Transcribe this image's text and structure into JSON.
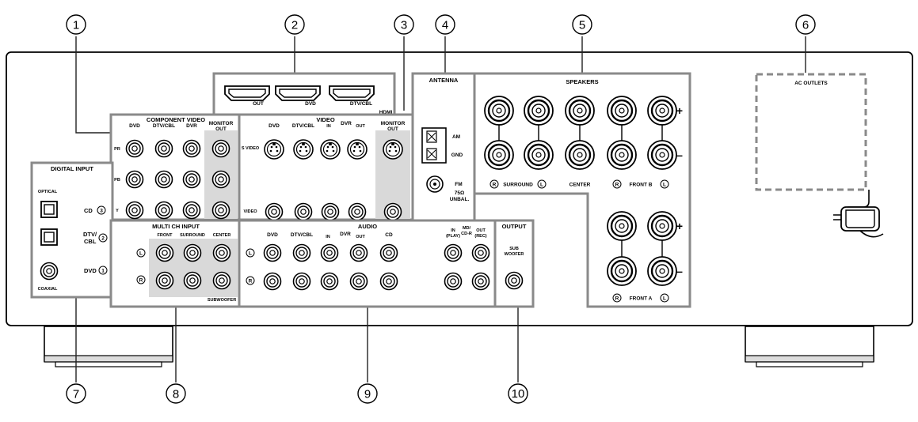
{
  "callouts": [
    "1",
    "2",
    "3",
    "4",
    "5",
    "6",
    "7",
    "8",
    "9",
    "10"
  ],
  "hdmi": {
    "title": "HDMI",
    "out": "OUT",
    "dvd": "DVD",
    "dtv": "DTV/CBL"
  },
  "component": {
    "title": "COMPONENT VIDEO",
    "dvd": "DVD",
    "dtv": "DTV/CBL",
    "dvr": "DVR",
    "mon1": "MONITOR",
    "mon2": "OUT",
    "pr": "PR",
    "pb": "PB",
    "y": "Y"
  },
  "video": {
    "title": "VIDEO",
    "dvd": "DVD",
    "dtv": "DTV/CBL",
    "dvr": "DVR",
    "in": "IN",
    "out": "OUT",
    "mon1": "MONITOR",
    "mon2": "OUT",
    "svideo": "S VIDEO",
    "video": "VIDEO"
  },
  "antenna": {
    "title": "ANTENNA",
    "am": "AM",
    "gnd": "GND",
    "fm": "FM",
    "ohm": "75Ω",
    "unbal": "UNBAL."
  },
  "speakers": {
    "title": "SPEAKERS",
    "surround": "SURROUND",
    "center": "CENTER",
    "frontb": "FRONT B",
    "fronta": "FRONT A",
    "r": "R",
    "l": "L",
    "plus": "+",
    "minus": "–"
  },
  "ac": {
    "title": "AC OUTLETS"
  },
  "digital": {
    "title": "DIGITAL INPUT",
    "optical": "OPTICAL",
    "coaxial": "COAXIAL",
    "cd": "CD",
    "dtv1": "DTV/",
    "dtv2": "CBL",
    "dvd": "DVD",
    "n3": "3",
    "n2": "2",
    "n1": "1"
  },
  "multich": {
    "title": "MULTI CH INPUT",
    "front": "FRONT",
    "surround": "SURROUND",
    "center": "CENTER",
    "sub": "SUBWOOFER",
    "l": "L",
    "r": "R"
  },
  "audio": {
    "title": "AUDIO",
    "dvd": "DVD",
    "dtv": "DTV/CBL",
    "dvr": "DVR",
    "in": "IN",
    "out": "OUT",
    "cd": "CD",
    "in2": "IN",
    "play": "(PLAY)",
    "md1": "MD/",
    "md2": "CD-R",
    "out2": "OUT",
    "rec": "(REC)",
    "l": "L",
    "r": "R"
  },
  "output": {
    "title": "OUTPUT",
    "sub1": "SUB",
    "sub2": "WOOFER"
  }
}
